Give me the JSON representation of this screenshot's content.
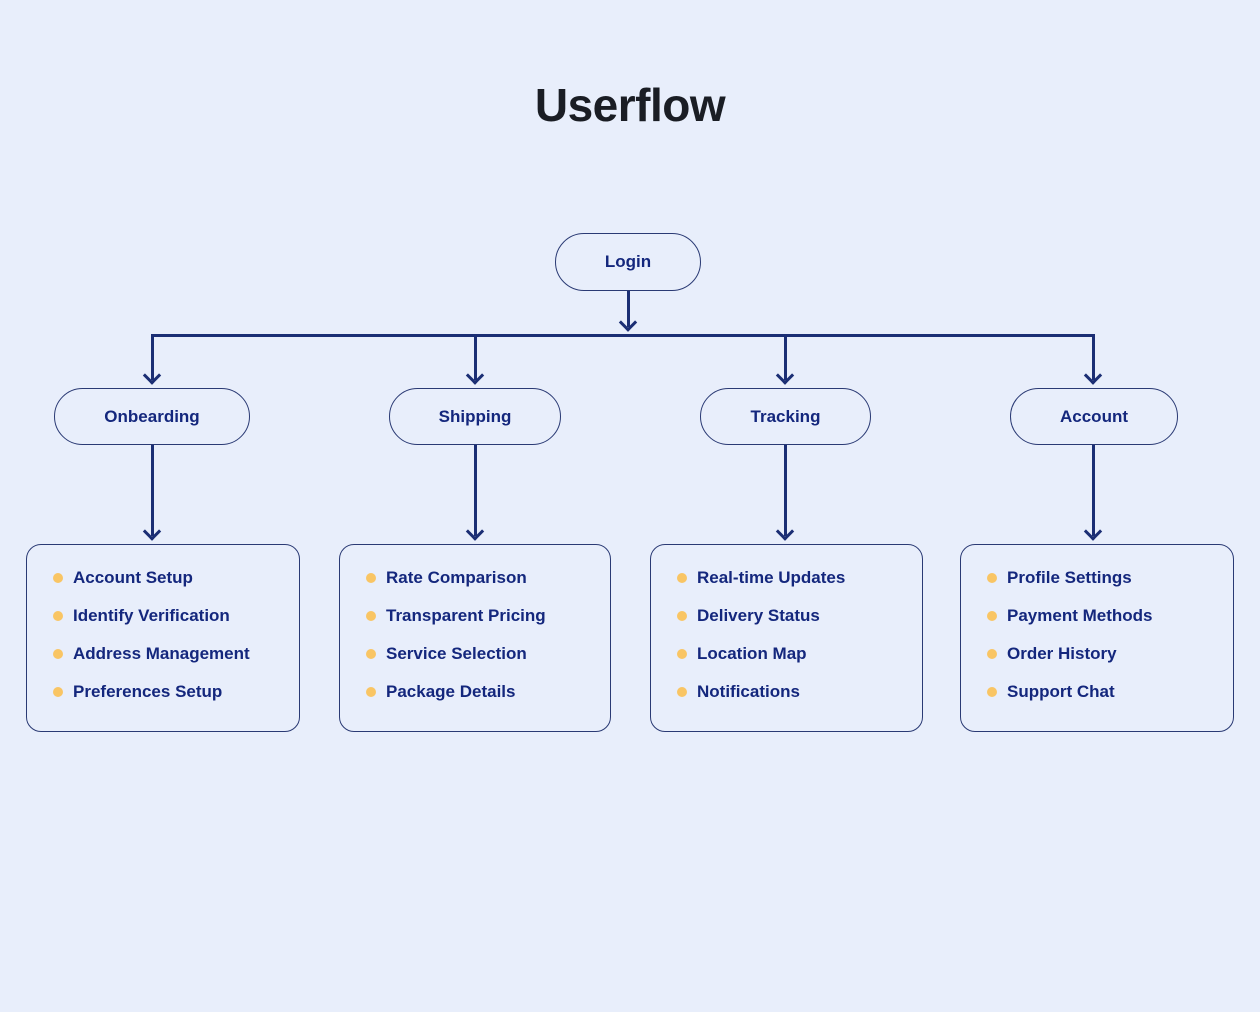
{
  "title": "Userflow",
  "colors": {
    "background": "#e8eefb",
    "line": "#1b2e74",
    "border": "#2a3a74",
    "text": "#14277d",
    "bullet": "#f9c564",
    "title": "#1a1d24"
  },
  "root": {
    "label": "Login"
  },
  "branches": [
    {
      "label": "Onbearding",
      "items": [
        "Account Setup",
        "Identify Verification",
        "Address Management",
        "Preferences Setup"
      ]
    },
    {
      "label": "Shipping",
      "items": [
        "Rate Comparison",
        "Transparent Pricing",
        "Service Selection",
        "Package Details"
      ]
    },
    {
      "label": "Tracking",
      "items": [
        "Real-time Updates",
        "Delivery Status",
        "Location Map",
        "Notifications"
      ]
    },
    {
      "label": "Account",
      "items": [
        "Profile Settings",
        "Payment Methods",
        "Order History",
        "Support Chat"
      ]
    }
  ]
}
